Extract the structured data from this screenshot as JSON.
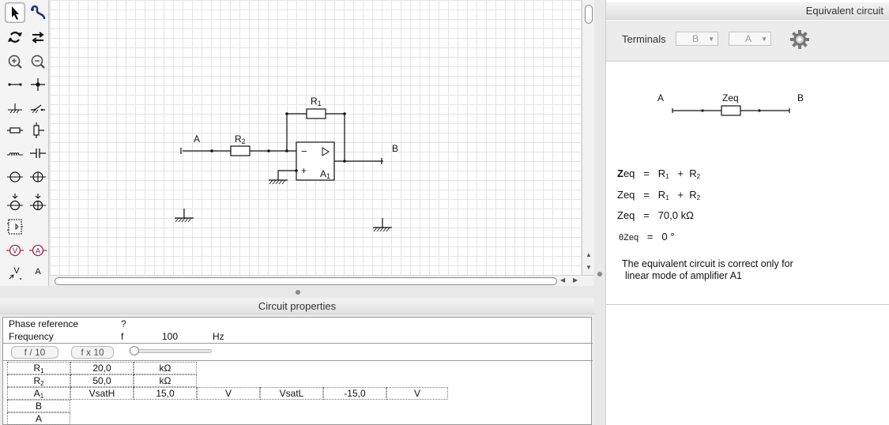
{
  "toolbar": {
    "tools": [
      {
        "id": "select",
        "icon": "pointer-arrow-icon",
        "selected": true
      },
      {
        "id": "probe",
        "icon": "probe-icon"
      },
      {
        "id": "rotate",
        "icon": "rotate-icon"
      },
      {
        "id": "flip",
        "icon": "flip-arrows-icon"
      },
      {
        "id": "zoom-in",
        "icon": "zoom-in-icon"
      },
      {
        "id": "zoom-out",
        "icon": "zoom-out-icon"
      },
      {
        "id": "wire",
        "icon": "wire-icon"
      },
      {
        "id": "node",
        "icon": "node-icon"
      },
      {
        "id": "ground",
        "icon": "ground-icon"
      },
      {
        "id": "switch",
        "icon": "switch-icon"
      },
      {
        "id": "resistor",
        "icon": "resistor-icon"
      },
      {
        "id": "resistor-vertical",
        "icon": "resistor-vertical-icon"
      },
      {
        "id": "inductor",
        "icon": "inductor-icon"
      },
      {
        "id": "capacitor",
        "icon": "capacitor-icon"
      },
      {
        "id": "voltage-source",
        "icon": "voltage-source-icon"
      },
      {
        "id": "current-source",
        "icon": "current-source-icon"
      },
      {
        "id": "dep-voltage-source",
        "icon": "dependent-voltage-source-icon"
      },
      {
        "id": "dep-current-source",
        "icon": "dependent-current-source-icon"
      },
      {
        "id": "opamp",
        "icon": "opamp-icon"
      },
      {
        "id": "voltmeter",
        "icon": "voltmeter-icon",
        "label": "V"
      },
      {
        "id": "ammeter",
        "icon": "ammeter-icon",
        "label": "A"
      },
      {
        "id": "voltage-label",
        "icon": "voltage-label-icon",
        "label": "V"
      },
      {
        "id": "node-label",
        "icon": "node-label-icon",
        "label": "A"
      }
    ]
  },
  "circuit": {
    "r1": "R",
    "r1_sub": "1",
    "r2": "R",
    "r2_sub": "2",
    "a1": "A",
    "a1_sub": "1",
    "node_a": "A",
    "node_b": "B",
    "minus": "−",
    "plus": "+"
  },
  "props": {
    "title": "Circuit properties",
    "phase_label": "Phase reference",
    "phase_value": "?",
    "freq_label": "Frequency",
    "freq_symbol": "f",
    "freq_value": "100",
    "freq_unit": "Hz",
    "btn_div": "f / 10",
    "btn_mul": "f x 10",
    "slider": 0,
    "rows": {
      "r1": {
        "name": "R",
        "sub": "1",
        "value": "20,0",
        "unit": "kΩ"
      },
      "r2": {
        "name": "R",
        "sub": "2",
        "value": "50,0",
        "unit": "kΩ"
      },
      "a1": {
        "name": "A",
        "sub": "1",
        "p1": "VsatH",
        "v1": "15,0",
        "u1": "V",
        "p2": "VsatL",
        "v2": "-15,0",
        "u2": "V"
      },
      "b": {
        "name": "B"
      },
      "a": {
        "name": "A"
      }
    }
  },
  "eq": {
    "title": "Equivalent circuit",
    "terminals_label": "Terminals",
    "term1": "B",
    "term2": "A",
    "settings_icon": "gear-icon",
    "diagram": {
      "left": "A",
      "mid": "Zeq",
      "right": "B"
    },
    "line1_z": "Z",
    "line1_rest": "eq",
    "eq_sign": "=",
    "r": "R",
    "sub1": "1",
    "sub2": "2",
    "plus": "+",
    "line2_lhs": "Zeq",
    "line3_lhs": "Zeq",
    "line3_rhs": "70,0 kΩ",
    "line4_lhs": "θZeq",
    "line4_rhs": "0 °",
    "note1": "The equivalent circuit is correct only for",
    "note2": "linear mode of amplifier A1"
  },
  "colors": {
    "accent": "#3b64c8",
    "source_red": "#b0203a"
  }
}
